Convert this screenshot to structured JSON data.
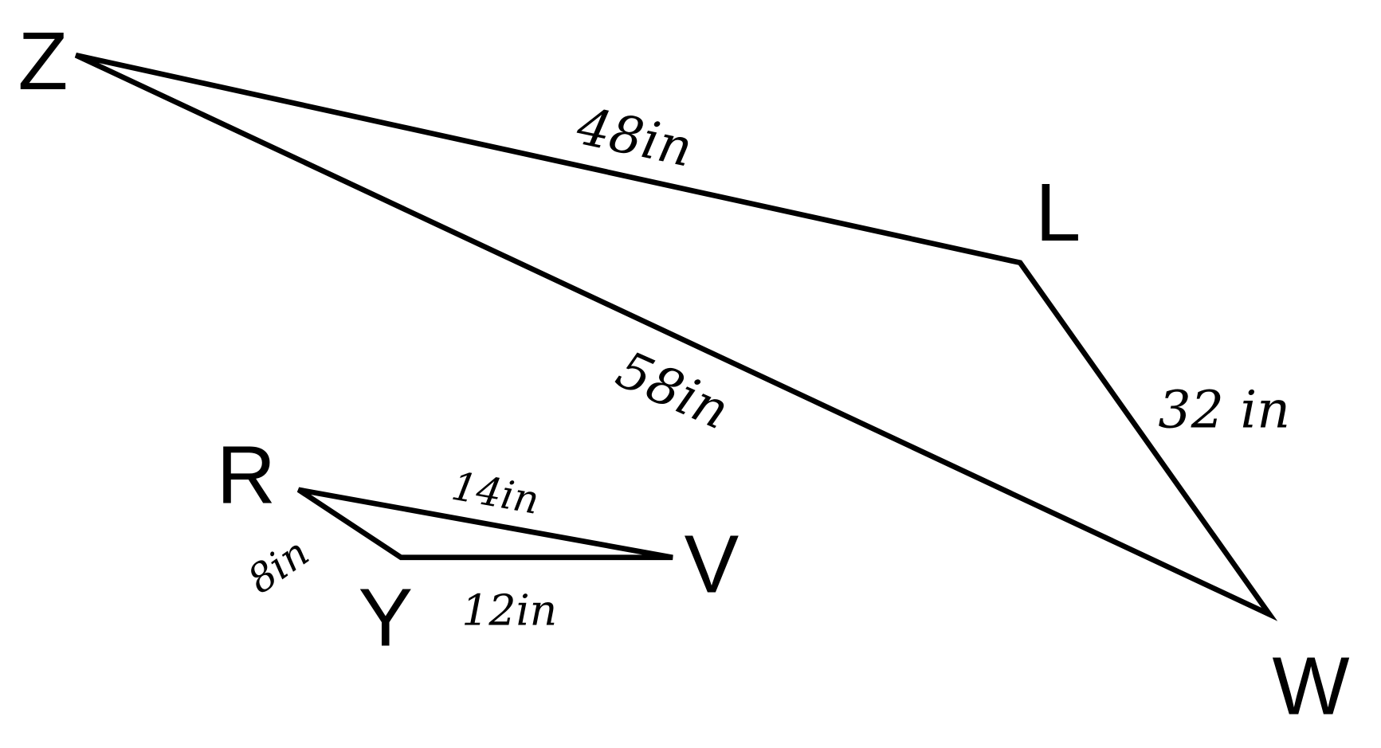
{
  "diagram": {
    "large_triangle": {
      "vertices": [
        "Z",
        "L",
        "W"
      ],
      "sides": {
        "ZL": "48in",
        "ZW": "58in",
        "LW": "32 in"
      }
    },
    "small_triangle": {
      "vertices": [
        "R",
        "Y",
        "V"
      ],
      "sides": {
        "RV": "14in",
        "RY": "8in",
        "YV": "12in"
      }
    },
    "colors": {
      "stroke": "#000000",
      "background": "#ffffff"
    }
  }
}
